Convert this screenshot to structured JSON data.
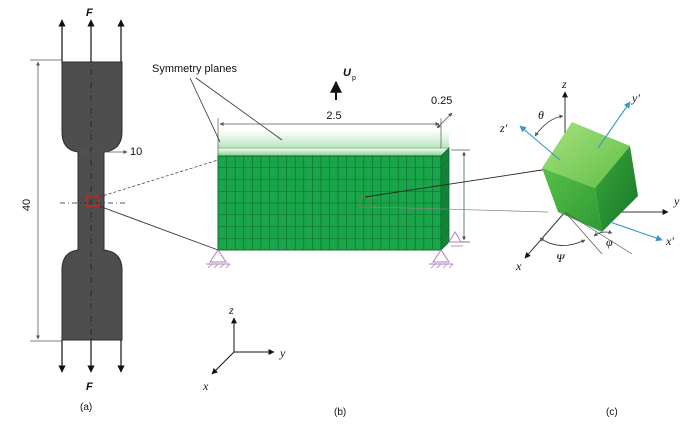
{
  "colors": {
    "mesh_fill": "#1aa54a",
    "mesh_top_light": "#dff5d8",
    "mesh_line": "#0b6a2c",
    "cube_light": "#8ad66a",
    "cube_dark": "#1f8a2e",
    "local_axis_blue": "#3399cc",
    "highlight_red": "#d4201f",
    "dim_line": "#555555",
    "support_color": "#b07fbf"
  },
  "panel_a": {
    "force_top": "F",
    "force_bottom": "F",
    "dim_width": "10",
    "dim_length": "40",
    "caption": "(a)"
  },
  "panel_b": {
    "label_symmetry": "Symmetry planes",
    "label_u": "U",
    "label_u_sub": "p",
    "dim_length": "2.5",
    "dim_thickness": "0.25",
    "axis_x": "x",
    "axis_y": "y",
    "axis_z": "z",
    "caption": "(b)"
  },
  "panel_c": {
    "axis_z": "z",
    "axis_y": "y",
    "axis_x": "x",
    "axis_z_prime": "z′",
    "axis_y_prime": "y′",
    "axis_x_prime": "x′",
    "angle_theta": "θ",
    "angle_psi": "Ψ",
    "angle_phi": "φ",
    "caption": "(c)"
  }
}
